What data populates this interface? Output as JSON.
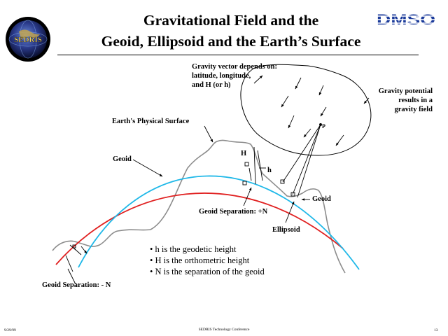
{
  "title": {
    "line1": "Gravitational Field and the",
    "line2": "Geoid, Ellipsoid and the Earth’s Surface"
  },
  "logos": {
    "left_text": "SEDRIS",
    "right_text": "DMSO"
  },
  "labels": {
    "gravity_vector_1": "Gravity vector depends on:",
    "gravity_vector_2": "latitude, longitude,",
    "gravity_vector_3": "and H (or h)",
    "gravity_potential_1": "Gravity potential",
    "gravity_potential_2": "results in a",
    "gravity_potential_3": "gravity field",
    "physical_surface": "Earth's  Physical Surface",
    "geoid_left": "Geoid",
    "geoid_right": "Geoid",
    "H": "H",
    "h": "h",
    "P": "P",
    "geoid_sep_pos": "Geoid Separation: +N",
    "ellipsoid": "Ellipsoid",
    "geoid_sep_neg": "Geoid Separation: - N"
  },
  "bullets": [
    "• h is the geodetic height",
    "• H is the orthometric height",
    "• N is the separation of the geoid"
  ],
  "footer": {
    "date": "9/29/99",
    "conference": "SEDRIS Technology Conference",
    "page": "13"
  },
  "colors": {
    "geoid": "#1fb8e8",
    "ellipsoid": "#e02020",
    "surface": "#8c8c8c",
    "logo_blue": "#1a3a9a"
  }
}
